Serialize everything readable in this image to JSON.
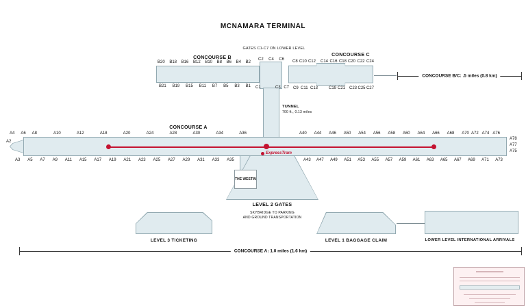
{
  "title": "MCNAMARA TERMINAL",
  "notes": {
    "lower_level_gates": "GATES C1-C7 ON LOWER LEVEL"
  },
  "concourse_b": {
    "label": "CONCOURSE B",
    "top_gates": [
      "B20",
      "B18",
      "B16",
      "B12",
      "B10",
      "B8",
      "B6",
      "B4",
      "B2"
    ],
    "bottom_gates": [
      "B21",
      "B19",
      "B15",
      "B11",
      "B7",
      "B5",
      "B3",
      "B1"
    ]
  },
  "concourse_c": {
    "label": "CONCOURSE C",
    "stem_top_gates": [
      "C2",
      "C4",
      "C6"
    ],
    "stem_bottom_left_gate": "C1",
    "stem_bottom_gates": [
      "C3",
      "C7"
    ],
    "top_gate_groups": [
      [
        "C8",
        "C10",
        "C12"
      ],
      [
        "C14",
        "C16",
        "C18"
      ],
      [
        "C20",
        "C22",
        "C24"
      ]
    ],
    "bottom_gate_groups": [
      [
        "C9",
        "C11",
        "C13"
      ],
      [
        "C19",
        "C21"
      ],
      [
        "C23",
        "C25",
        "C27"
      ]
    ]
  },
  "tunnel": {
    "label": "TUNNEL",
    "distance": "700 ft., 0.13 miles"
  },
  "concourse_a": {
    "label": "CONCOURSE A",
    "left_cluster_gates": [
      "A4",
      "A6",
      "A8"
    ],
    "left_edge_gate": "A2",
    "top_gates_west": [
      "A10",
      "A12",
      "A18",
      "A20",
      "A24",
      "A28",
      "A30",
      "A34",
      "A36"
    ],
    "top_gates_east": [
      "A40",
      "A44",
      "A46",
      "A50",
      "A54",
      "A56",
      "A58",
      "A60",
      "A64",
      "A66",
      "A68",
      "A70"
    ],
    "top_gates_far_east": [
      "A72",
      "A74",
      "A76"
    ],
    "right_edge_gates": [
      "A78",
      "A77",
      "A75"
    ],
    "bottom_gates_west": [
      "A3",
      "A5",
      "A7",
      "A9",
      "A11",
      "A15",
      "A17",
      "A19",
      "A21",
      "A23",
      "A25",
      "A27",
      "A29",
      "A31",
      "A33",
      "A35"
    ],
    "bottom_gate_center": "A43",
    "bottom_gates_east": [
      "A47",
      "A49",
      "A51",
      "A53",
      "A55",
      "A57",
      "A59",
      "A61",
      "A63",
      "A65",
      "A67",
      "A69",
      "A71",
      "A73"
    ]
  },
  "tram": {
    "label": "ExpressTram"
  },
  "westin": {
    "label": "THE WESTIN"
  },
  "level2": {
    "title": "LEVEL 2 GATES",
    "subtitle_line1": "SKYBRIDGE TO PARKING",
    "subtitle_line2": "AND GROUND TRANSPORTATION"
  },
  "buildings": {
    "ticketing": "LEVEL 3 TICKETING",
    "baggage_claim": "LEVEL 1 BAGGAGE CLAIM",
    "international": "LOWER LEVEL INTERNATIONAL ARRIVALS"
  },
  "measurements": {
    "concourse_bc": "CONCOURSE B/C: .5 miles (0.8 km)",
    "concourse_a": "CONCOURSE A: 1.0 miles (1.6 km)"
  },
  "colors": {
    "shape_fill": "#e0ebef",
    "shape_border": "#93aab2",
    "tram_red": "#c41230",
    "inset_bg": "#fdf1f2"
  }
}
